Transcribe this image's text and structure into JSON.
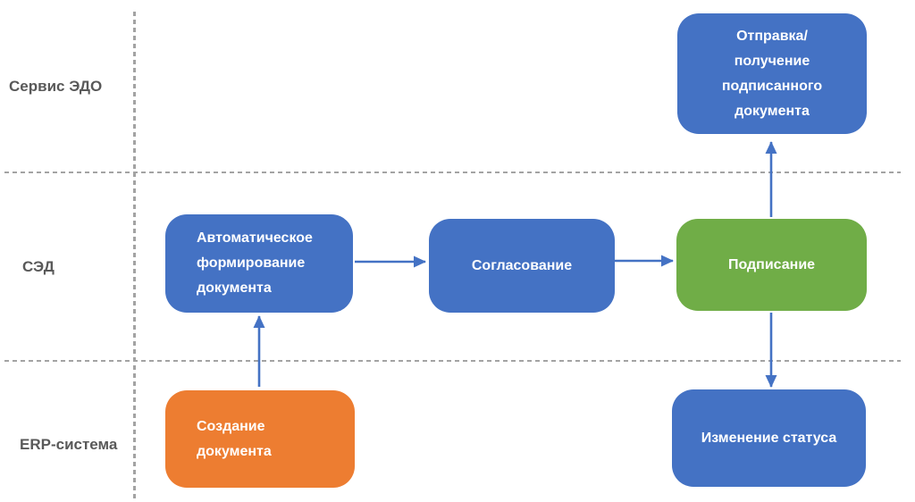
{
  "diagram": {
    "lanes": [
      {
        "label": "Сервис ЭДО"
      },
      {
        "label": "СЭД"
      },
      {
        "label": "ERP-система"
      }
    ],
    "nodes": [
      {
        "id": "otpravka",
        "lane": "Сервис ЭДО",
        "color": "#4472C4",
        "lines": [
          "Отправка/",
          "получение",
          "подписанного",
          "документа"
        ]
      },
      {
        "id": "avtomat",
        "lane": "СЭД",
        "color": "#4472C4",
        "lines": [
          "Автоматическое",
          "формирование",
          "документа"
        ]
      },
      {
        "id": "soglasovanie",
        "lane": "СЭД",
        "color": "#4472C4",
        "lines": [
          "Согласование"
        ]
      },
      {
        "id": "podpisanie",
        "lane": "СЭД",
        "color": "#70AD47",
        "lines": [
          "Подписание"
        ]
      },
      {
        "id": "sozdanie",
        "lane": "ERP-система",
        "color": "#ED7D31",
        "lines": [
          "Создание",
          "документа"
        ]
      },
      {
        "id": "izmenenie",
        "lane": "ERP-система",
        "color": "#4472C4",
        "lines": [
          "Изменение статуса"
        ]
      }
    ],
    "edges": [
      {
        "from": "sozdanie",
        "to": "avtomat",
        "direction": "up"
      },
      {
        "from": "avtomat",
        "to": "soglasovanie",
        "direction": "right"
      },
      {
        "from": "soglasovanie",
        "to": "podpisanie",
        "direction": "right"
      },
      {
        "from": "podpisanie",
        "to": "otpravka",
        "direction": "up"
      },
      {
        "from": "podpisanie",
        "to": "izmenenie",
        "direction": "down"
      }
    ],
    "colors": {
      "node_blue": "#4472C4",
      "node_green": "#70AD47",
      "node_orange": "#ED7D31",
      "arrow": "#4472C4",
      "lane_label_text": "#595959",
      "divider_line": "#A3A3A3",
      "node_text": "#FFFFFF",
      "background": "#FFFFFF"
    }
  }
}
